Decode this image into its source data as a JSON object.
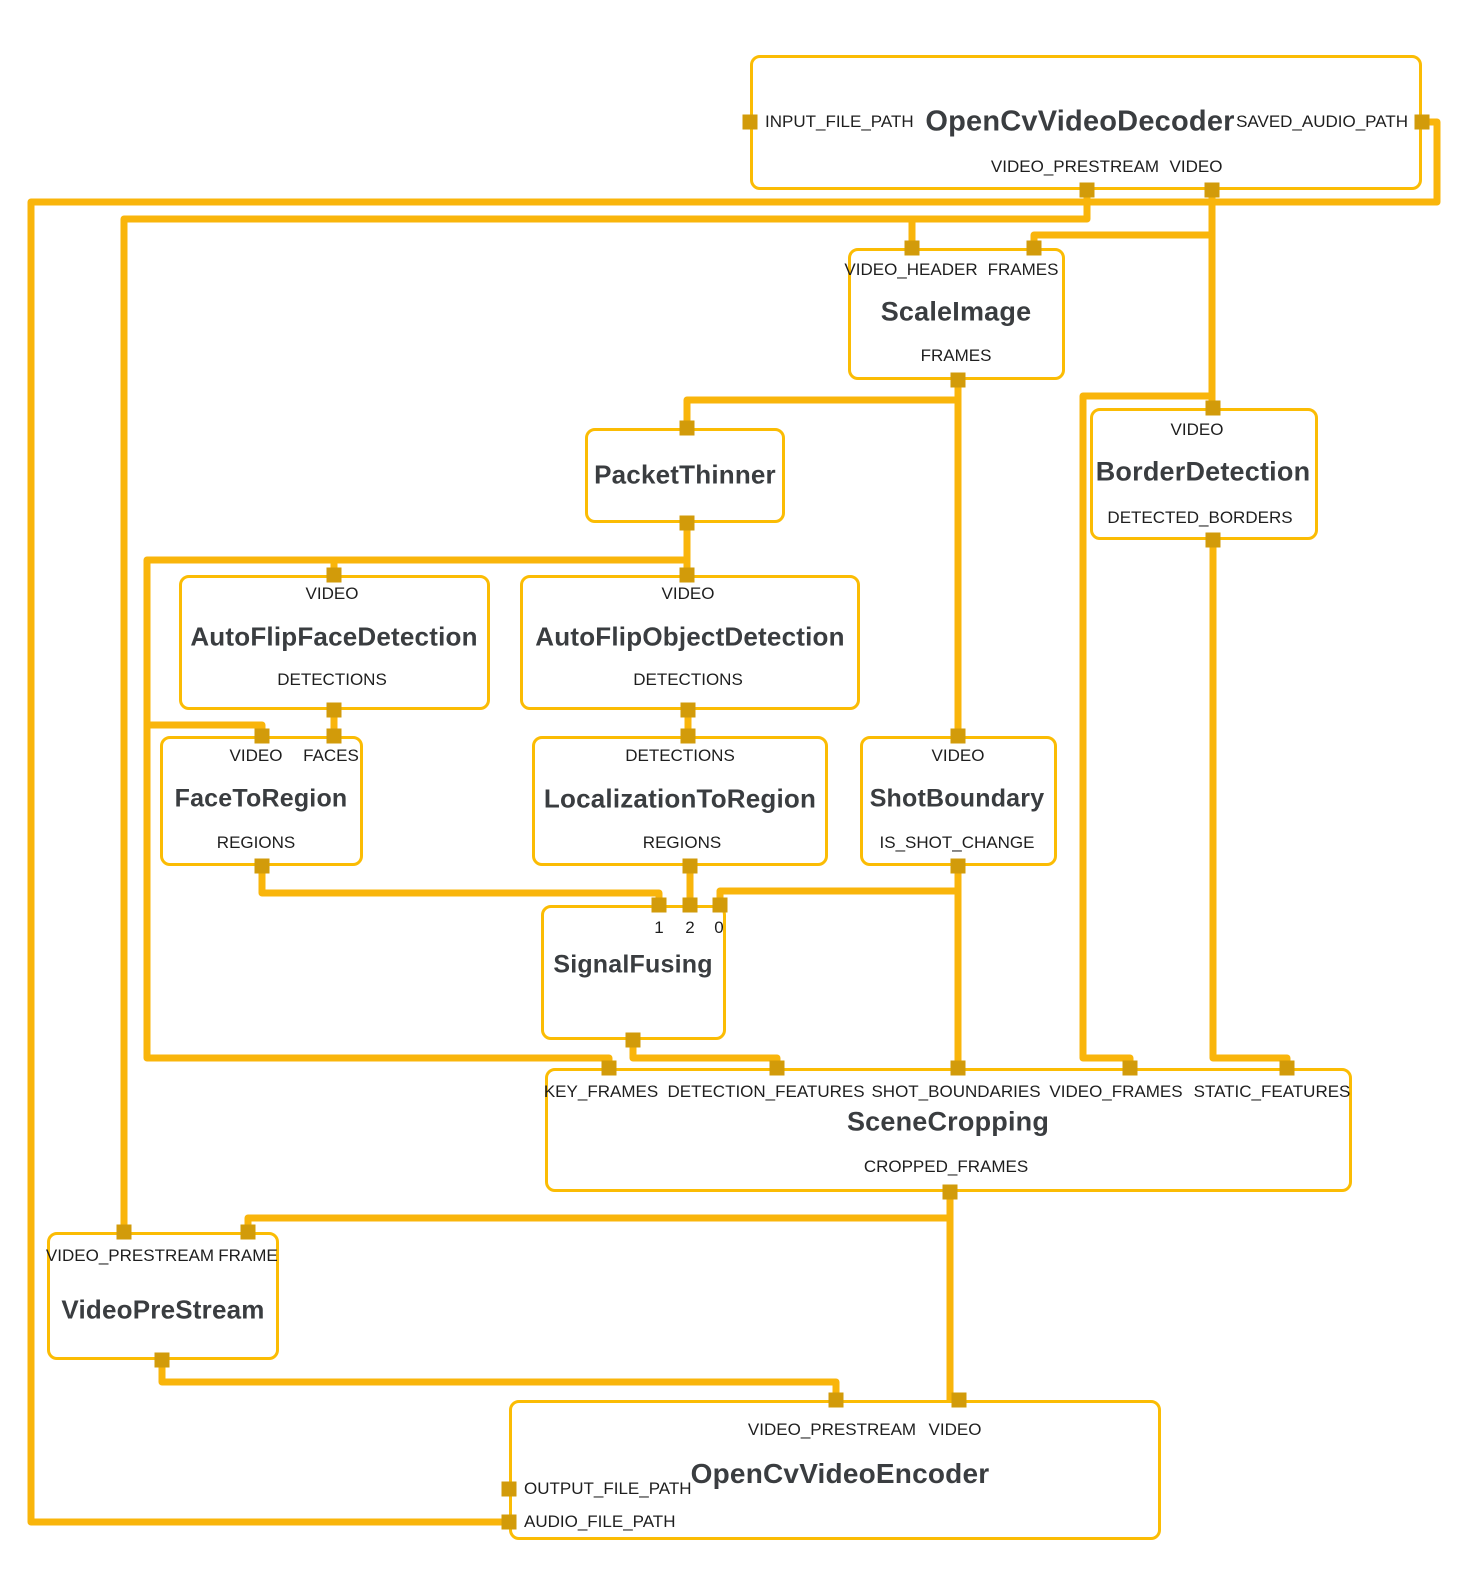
{
  "diagram": {
    "kind": "mediapipe-graph-visualization",
    "background": "#ffffff"
  },
  "colors": {
    "wire": "#F9B50B",
    "node_border": "#FBBC04",
    "port_square": "#D29B0A",
    "node_title_text": "#3A3D40",
    "port_label_text": "#1E1E1E"
  },
  "nodes": [
    {
      "id": "opencv-video-decoder",
      "title": "OpenCvVideoDecoder",
      "labels": [
        "INPUT_FILE_PATH",
        "SAVED_AUDIO_PATH",
        "VIDEO_PRESTREAM",
        "VIDEO"
      ]
    },
    {
      "id": "scale-image",
      "title": "ScaleImage",
      "labels": [
        "VIDEO_HEADER",
        "FRAMES",
        "FRAMES"
      ]
    },
    {
      "id": "packet-thinner",
      "title": "PacketThinner",
      "labels": []
    },
    {
      "id": "border-detection",
      "title": "BorderDetection",
      "labels": [
        "VIDEO",
        "DETECTED_BORDERS"
      ]
    },
    {
      "id": "autoflip-face-detection",
      "title": "AutoFlipFaceDetection",
      "labels": [
        "VIDEO",
        "DETECTIONS"
      ]
    },
    {
      "id": "autoflip-object-detection",
      "title": "AutoFlipObjectDetection",
      "labels": [
        "VIDEO",
        "DETECTIONS"
      ]
    },
    {
      "id": "face-to-region",
      "title": "FaceToRegion",
      "labels": [
        "VIDEO",
        "FACES",
        "REGIONS"
      ]
    },
    {
      "id": "localization-to-region",
      "title": "LocalizationToRegion",
      "labels": [
        "DETECTIONS",
        "REGIONS"
      ]
    },
    {
      "id": "shot-boundary",
      "title": "ShotBoundary",
      "labels": [
        "VIDEO",
        "IS_SHOT_CHANGE"
      ]
    },
    {
      "id": "signal-fusing",
      "title": "SignalFusing",
      "labels": [
        "1",
        "2",
        "0"
      ]
    },
    {
      "id": "scene-cropping",
      "title": "SceneCropping",
      "labels": [
        "KEY_FRAMES",
        "DETECTION_FEATURES",
        "SHOT_BOUNDARIES",
        "VIDEO_FRAMES",
        "STATIC_FEATURES",
        "CROPPED_FRAMES"
      ]
    },
    {
      "id": "video-pre-stream",
      "title": "VideoPreStream",
      "labels": [
        "VIDEO_PRESTREAM",
        "FRAME"
      ]
    },
    {
      "id": "opencv-video-encoder",
      "title": "OpenCvVideoEncoder",
      "labels": [
        "VIDEO_PRESTREAM",
        "VIDEO",
        "OUTPUT_FILE_PATH",
        "AUDIO_FILE_PATH"
      ]
    }
  ],
  "edges": [
    {
      "from": "OpenCvVideoDecoder.SAVED_AUDIO_PATH",
      "to": "OpenCvVideoEncoder.AUDIO_FILE_PATH"
    },
    {
      "from": "OpenCvVideoDecoder.VIDEO_PRESTREAM",
      "to": "ScaleImage.VIDEO_HEADER"
    },
    {
      "from": "OpenCvVideoDecoder.VIDEO_PRESTREAM",
      "to": "VideoPreStream.VIDEO_PRESTREAM"
    },
    {
      "from": "OpenCvVideoDecoder.VIDEO",
      "to": "ScaleImage.FRAMES"
    },
    {
      "from": "OpenCvVideoDecoder.VIDEO",
      "to": "BorderDetection.VIDEO"
    },
    {
      "from": "OpenCvVideoDecoder.VIDEO",
      "to": "SceneCropping.VIDEO_FRAMES"
    },
    {
      "from": "ScaleImage.FRAMES",
      "to": "PacketThinner"
    },
    {
      "from": "ScaleImage.FRAMES",
      "to": "ShotBoundary.VIDEO"
    },
    {
      "from": "PacketThinner",
      "to": "AutoFlipFaceDetection.VIDEO"
    },
    {
      "from": "PacketThinner",
      "to": "AutoFlipObjectDetection.VIDEO"
    },
    {
      "from": "PacketThinner",
      "to": "FaceToRegion.VIDEO"
    },
    {
      "from": "PacketThinner",
      "to": "SceneCropping.KEY_FRAMES"
    },
    {
      "from": "AutoFlipFaceDetection.DETECTIONS",
      "to": "FaceToRegion.FACES"
    },
    {
      "from": "AutoFlipObjectDetection.DETECTIONS",
      "to": "LocalizationToRegion.DETECTIONS"
    },
    {
      "from": "FaceToRegion.REGIONS",
      "to": "SignalFusing.1"
    },
    {
      "from": "LocalizationToRegion.REGIONS",
      "to": "SignalFusing.2"
    },
    {
      "from": "ShotBoundary.IS_SHOT_CHANGE",
      "to": "SignalFusing.0"
    },
    {
      "from": "ShotBoundary.IS_SHOT_CHANGE",
      "to": "SceneCropping.SHOT_BOUNDARIES"
    },
    {
      "from": "BorderDetection.DETECTED_BORDERS",
      "to": "SceneCropping.STATIC_FEATURES"
    },
    {
      "from": "SignalFusing",
      "to": "SceneCropping.DETECTION_FEATURES"
    },
    {
      "from": "SceneCropping.CROPPED_FRAMES",
      "to": "VideoPreStream.FRAME"
    },
    {
      "from": "SceneCropping.CROPPED_FRAMES",
      "to": "OpenCvVideoEncoder.VIDEO"
    },
    {
      "from": "VideoPreStream",
      "to": "OpenCvVideoEncoder.VIDEO_PRESTREAM"
    }
  ]
}
